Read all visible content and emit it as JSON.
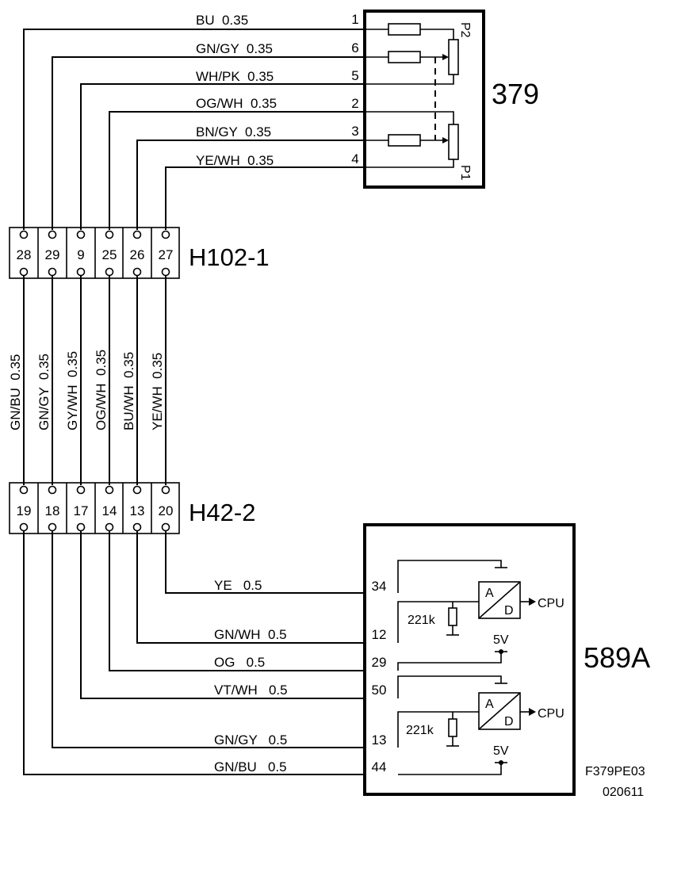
{
  "sensor": {
    "id": "379",
    "p1": "P1",
    "p2": "P2",
    "wires": [
      {
        "label": "BU  0.35",
        "pin": "1"
      },
      {
        "label": "GN/GY  0.35",
        "pin": "6"
      },
      {
        "label": "WH/PK  0.35",
        "pin": "5"
      },
      {
        "label": "OG/WH  0.35",
        "pin": "2"
      },
      {
        "label": "BN/GY  0.35",
        "pin": "3"
      },
      {
        "label": "YE/WH  0.35",
        "pin": "4"
      }
    ]
  },
  "connector_top": {
    "id": "H102-1",
    "pins": [
      "28",
      "29",
      "9",
      "25",
      "26",
      "27"
    ]
  },
  "vertical_wires": [
    "GN/BU  0.35",
    "GN/GY  0.35",
    "GY/WH  0.35",
    "OG/WH  0.35",
    "BU/WH  0.35",
    "YE/WH  0.35"
  ],
  "connector_bottom": {
    "id": "H42-2",
    "pins": [
      "19",
      "18",
      "17",
      "14",
      "13",
      "20"
    ]
  },
  "module": {
    "id": "589A",
    "wires": [
      {
        "label": "YE   0.5",
        "pin": "34"
      },
      {
        "label": "GN/WH  0.5",
        "pin": "12"
      },
      {
        "label": "OG   0.5",
        "pin": "29"
      },
      {
        "label": "VT/WH   0.5",
        "pin": "50"
      },
      {
        "label": "GN/GY   0.5",
        "pin": "13"
      },
      {
        "label": "GN/BU   0.5",
        "pin": "44"
      }
    ],
    "resistor": "221k",
    "adc_a": "A",
    "adc_d": "D",
    "cpu": "CPU",
    "supply": "5V"
  },
  "footer": {
    "ref": "F379PE03",
    "date": "020611"
  }
}
